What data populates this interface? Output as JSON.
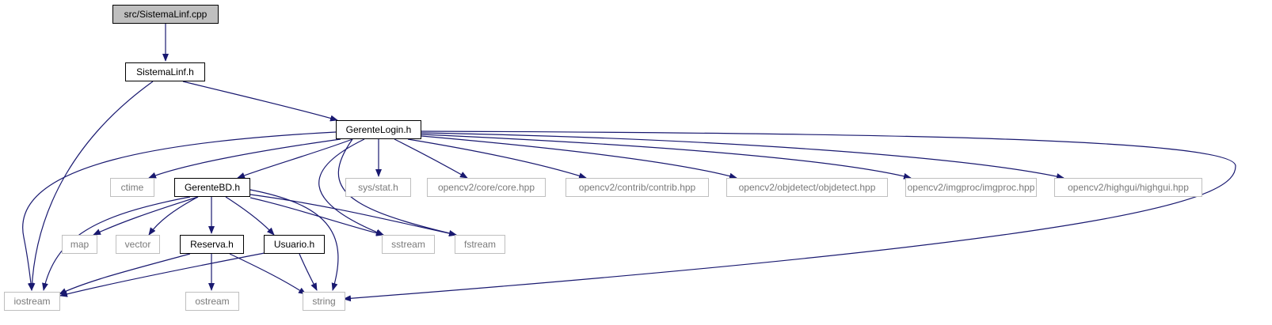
{
  "diagram": {
    "colors": {
      "edge": "#191970",
      "root_fill": "#bfbfbf",
      "node_border": "#000000",
      "external_border": "#bfbfbf",
      "external_text": "#7a7a7a"
    },
    "nodes": [
      {
        "id": "sistemalinf_cpp",
        "label": "src/SistemaLinf.cpp",
        "kind": "root"
      },
      {
        "id": "sistemalinf_h",
        "label": "SistemaLinf.h",
        "kind": "project"
      },
      {
        "id": "gerentelogin_h",
        "label": "GerenteLogin.h",
        "kind": "project"
      },
      {
        "id": "ctime",
        "label": "ctime",
        "kind": "external"
      },
      {
        "id": "gerentebd_h",
        "label": "GerenteBD.h",
        "kind": "project"
      },
      {
        "id": "sys_stat_h",
        "label": "sys/stat.h",
        "kind": "external"
      },
      {
        "id": "opencv_core",
        "label": "opencv2/core/core.hpp",
        "kind": "external"
      },
      {
        "id": "opencv_contrib",
        "label": "opencv2/contrib/contrib.hpp",
        "kind": "external"
      },
      {
        "id": "opencv_objdetect",
        "label": "opencv2/objdetect/objdetect.hpp",
        "kind": "external"
      },
      {
        "id": "opencv_imgproc",
        "label": "opencv2/imgproc/imgproc.hpp",
        "kind": "external"
      },
      {
        "id": "opencv_highgui",
        "label": "opencv2/highgui/highgui.hpp",
        "kind": "external"
      },
      {
        "id": "map",
        "label": "map",
        "kind": "external"
      },
      {
        "id": "vector",
        "label": "vector",
        "kind": "external"
      },
      {
        "id": "reserva_h",
        "label": "Reserva.h",
        "kind": "project"
      },
      {
        "id": "usuario_h",
        "label": "Usuario.h",
        "kind": "project"
      },
      {
        "id": "sstream",
        "label": "sstream",
        "kind": "external"
      },
      {
        "id": "fstream",
        "label": "fstream",
        "kind": "external"
      },
      {
        "id": "iostream",
        "label": "iostream",
        "kind": "external"
      },
      {
        "id": "ostream",
        "label": "ostream",
        "kind": "external"
      },
      {
        "id": "string",
        "label": "string",
        "kind": "external"
      }
    ],
    "edges": [
      {
        "from": "sistemalinf_cpp",
        "to": "sistemalinf_h"
      },
      {
        "from": "sistemalinf_h",
        "to": "gerentelogin_h"
      },
      {
        "from": "sistemalinf_h",
        "to": "iostream"
      },
      {
        "from": "gerentelogin_h",
        "to": "iostream"
      },
      {
        "from": "gerentelogin_h",
        "to": "ctime"
      },
      {
        "from": "gerentelogin_h",
        "to": "gerentebd_h"
      },
      {
        "from": "gerentelogin_h",
        "to": "sstream"
      },
      {
        "from": "gerentelogin_h",
        "to": "fstream"
      },
      {
        "from": "gerentelogin_h",
        "to": "sys_stat_h"
      },
      {
        "from": "gerentelogin_h",
        "to": "opencv_core"
      },
      {
        "from": "gerentelogin_h",
        "to": "opencv_contrib"
      },
      {
        "from": "gerentelogin_h",
        "to": "opencv_objdetect"
      },
      {
        "from": "gerentelogin_h",
        "to": "opencv_imgproc"
      },
      {
        "from": "gerentelogin_h",
        "to": "opencv_highgui"
      },
      {
        "from": "gerentelogin_h",
        "to": "string"
      },
      {
        "from": "gerentebd_h",
        "to": "iostream"
      },
      {
        "from": "gerentebd_h",
        "to": "map"
      },
      {
        "from": "gerentebd_h",
        "to": "vector"
      },
      {
        "from": "gerentebd_h",
        "to": "reserva_h"
      },
      {
        "from": "gerentebd_h",
        "to": "usuario_h"
      },
      {
        "from": "gerentebd_h",
        "to": "sstream"
      },
      {
        "from": "gerentebd_h",
        "to": "fstream"
      },
      {
        "from": "gerentebd_h",
        "to": "string"
      },
      {
        "from": "reserva_h",
        "to": "iostream"
      },
      {
        "from": "reserva_h",
        "to": "ostream"
      },
      {
        "from": "reserva_h",
        "to": "string"
      },
      {
        "from": "usuario_h",
        "to": "iostream"
      },
      {
        "from": "usuario_h",
        "to": "string"
      }
    ]
  }
}
